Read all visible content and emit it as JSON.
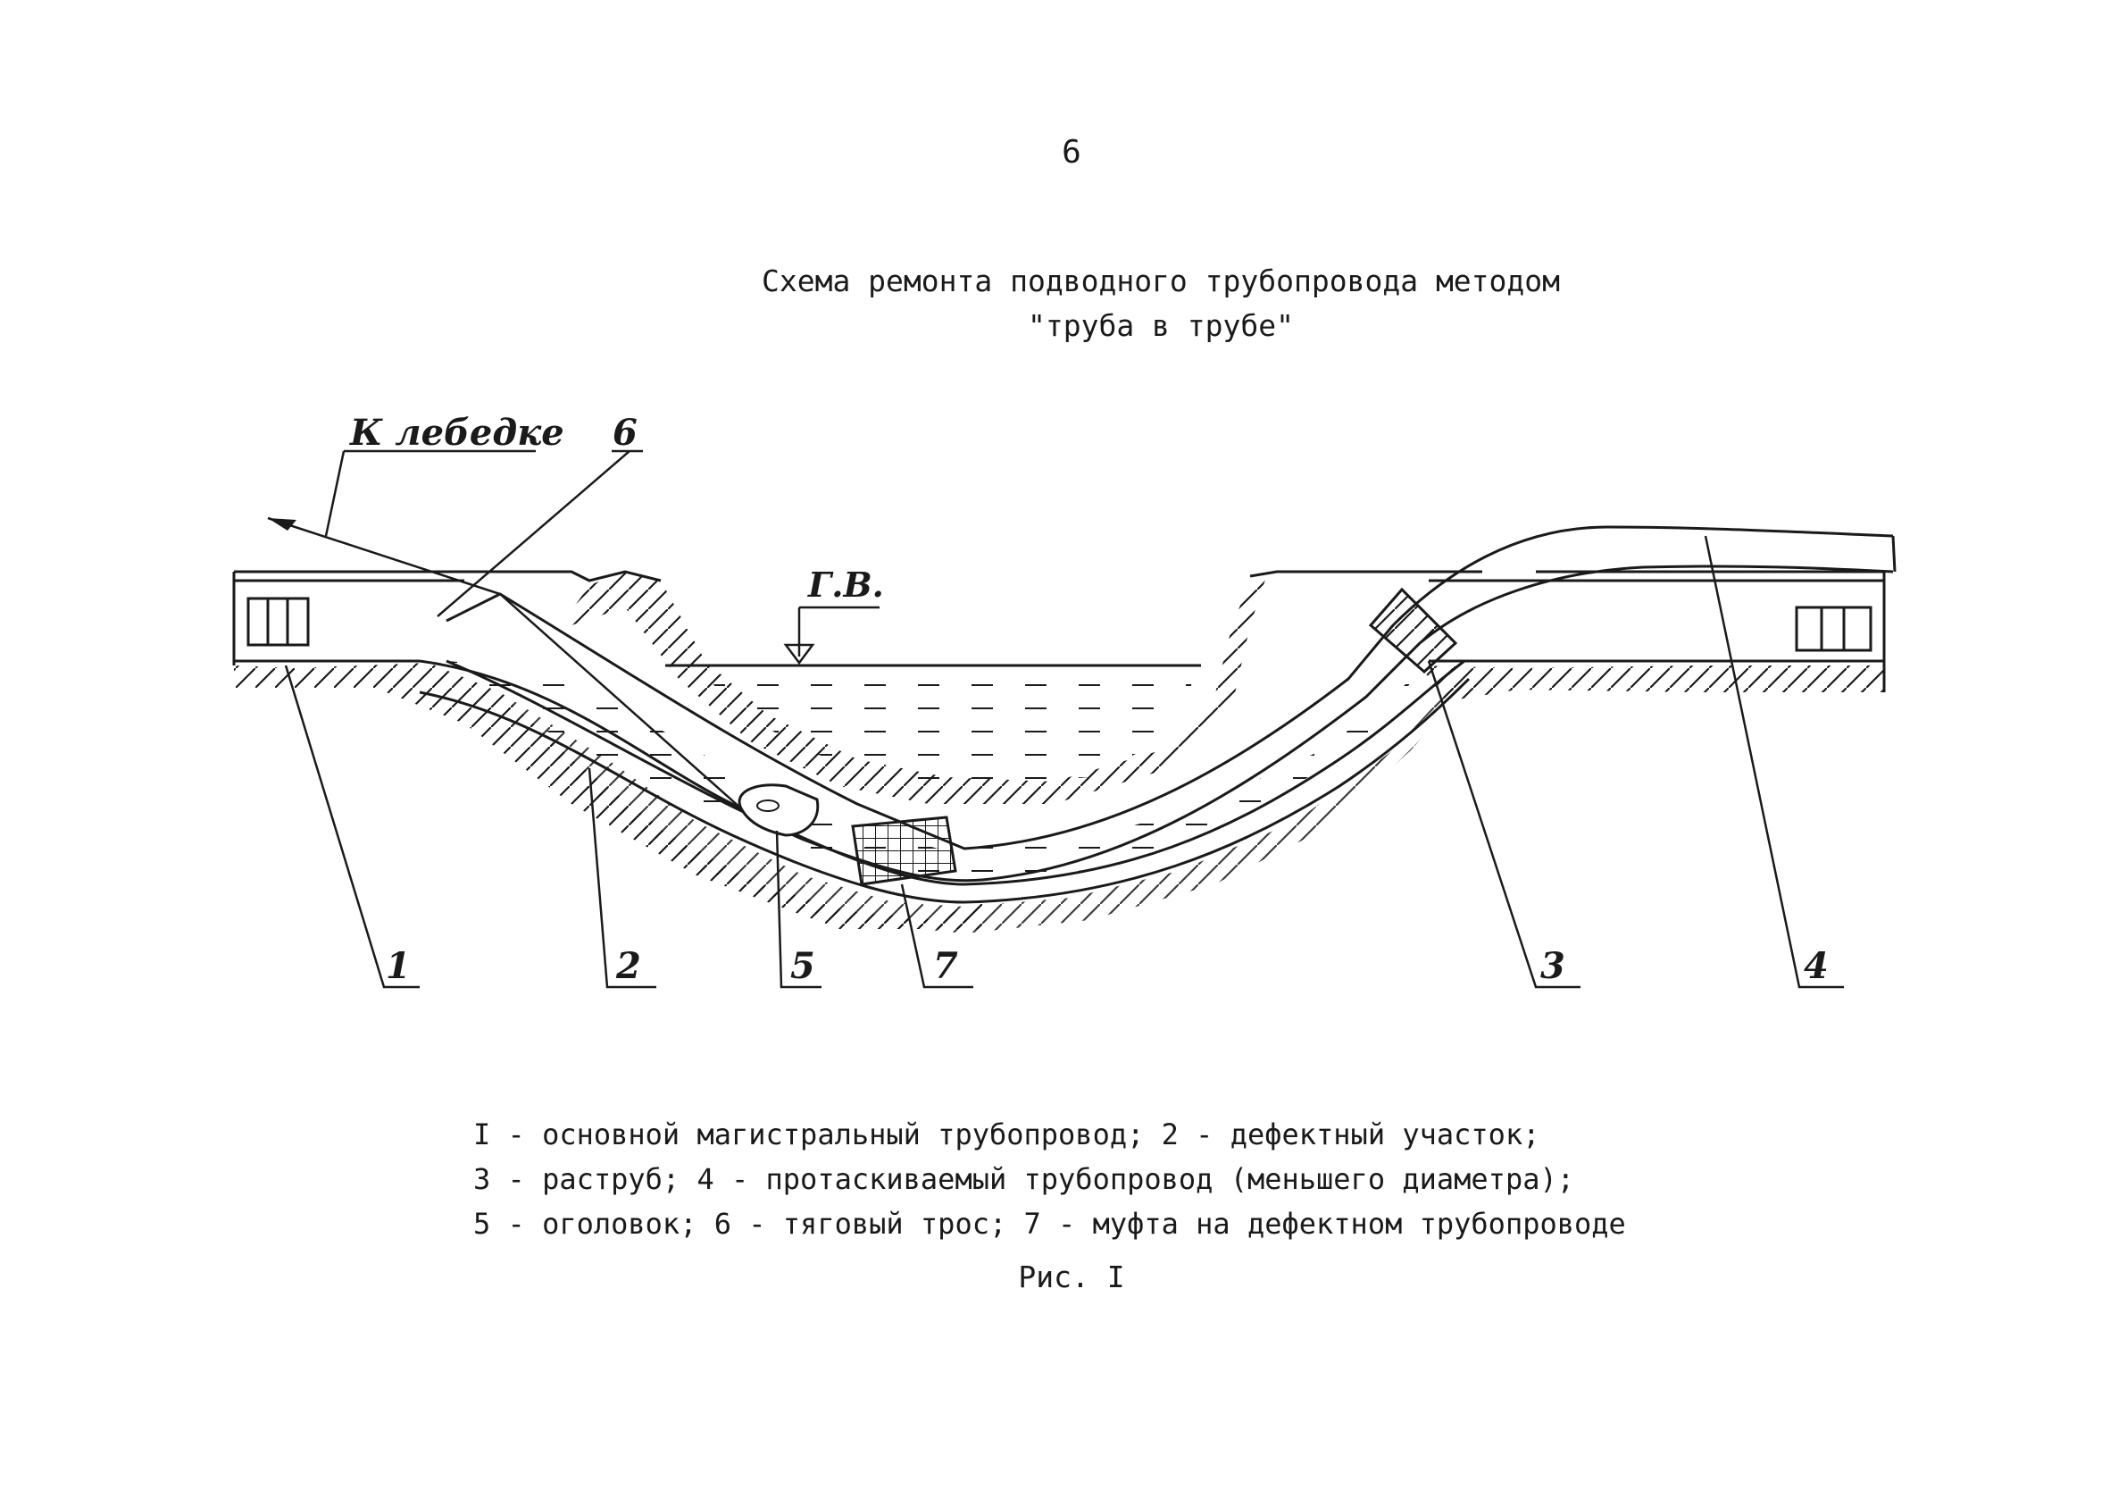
{
  "page": {
    "number": "6"
  },
  "title": {
    "line1": "Схема ремонта подводного трубопровода методом",
    "line2": "\"труба в трубе\""
  },
  "diagram": {
    "winch_label": "К лебедке",
    "water_level_label": "Г.В.",
    "callouts": [
      "1",
      "2",
      "5",
      "7",
      "3",
      "4",
      "6"
    ]
  },
  "legend": {
    "line1": "I - основной магистральный трубопровод; 2 - дефектный участок;",
    "line2": "3 - раструб; 4 - протаскиваемый трубопровод (меньшего диаметра);",
    "line3": "5 - оголовок; 6 - тяговый трос; 7 - муфта на дефектном трубопроводе"
  },
  "caption": "Рис. I",
  "colors": {
    "ink": "#1a1a1a",
    "paper": "#ffffff"
  }
}
